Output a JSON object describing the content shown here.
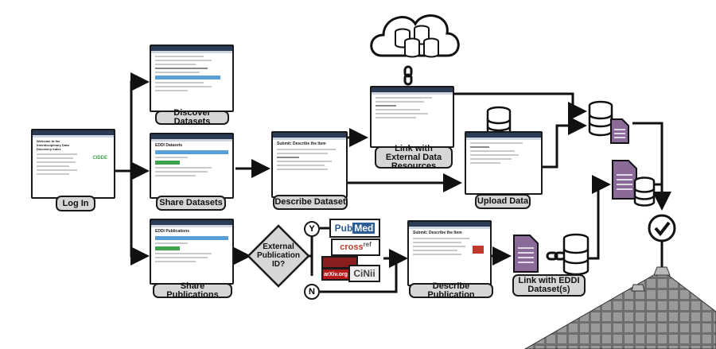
{
  "steps": {
    "login": "Log In",
    "discover": "Discover Datasets",
    "share_datasets": "Share Datasets",
    "share_publications": "Share Publications",
    "describe_dataset": "Describe Dataset",
    "link_external": "Link with External Data Resources",
    "upload": "Upload Data",
    "describe_publication": "Describe Publication",
    "link_eddi": "Link with EDDI Dataset(s)"
  },
  "decision": {
    "text": "External Publication ID?",
    "yes": "Y",
    "no": "N"
  },
  "repositories": {
    "pubmed_pub": "Pub",
    "pubmed_med": "Med",
    "crossref_cross": "cross",
    "crossref_ref": "ref",
    "arxiv": "arXiv.org",
    "cinii": "CiNii"
  },
  "screens": {
    "describe_title": "Submit: Describe the Item",
    "publications_title": "EDDI Publications",
    "datasets_title": "EDDI Datasets",
    "welcome_title": "Welcome to the Interdisciplinary Data Discovery Index",
    "logo_text": "CIDDE"
  },
  "colors": {
    "label_bg": "#d6d6d6",
    "stroke": "#1a1a1a",
    "doc_purple": "#8a6a98",
    "pubmed_blue": "#2a5c96",
    "crossref_red": "#c0392b",
    "arxiv_red": "#b31b1b"
  }
}
